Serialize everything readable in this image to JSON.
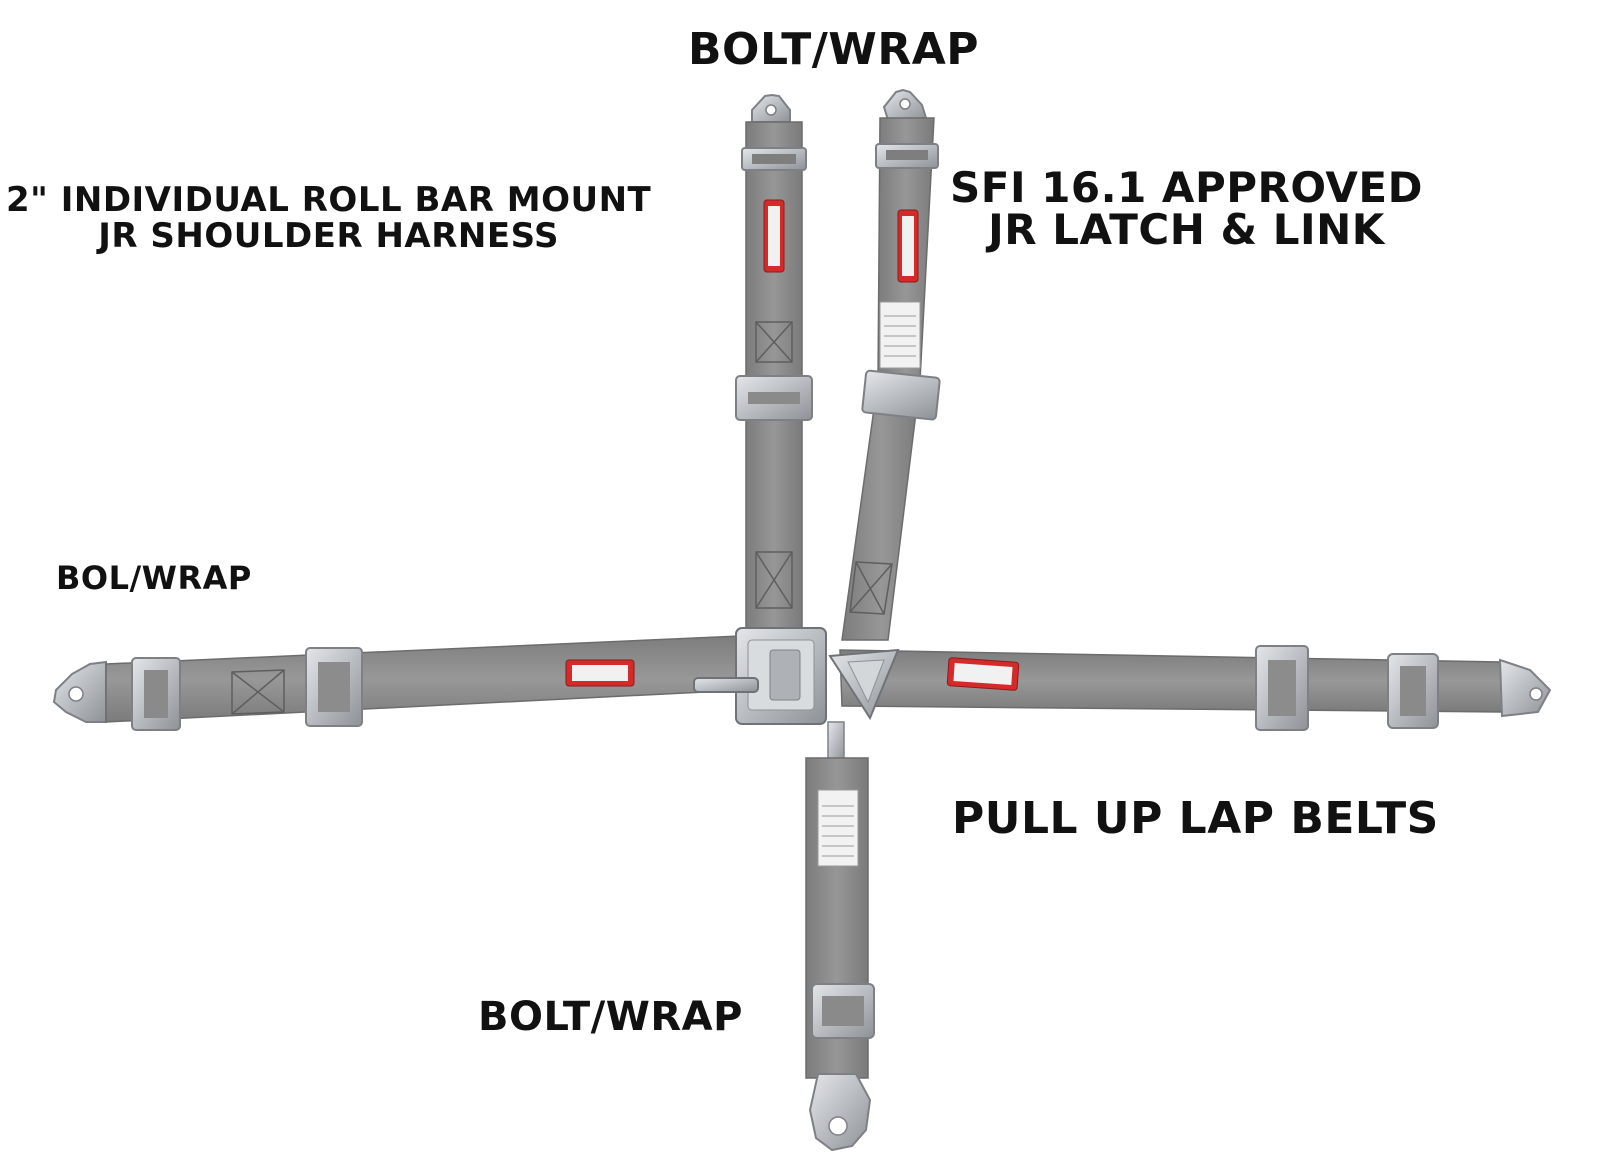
{
  "labels": {
    "top": "BOLT/WRAP",
    "roll_bar_line1": "2\" INDIVIDUAL ROLL BAR MOUNT",
    "roll_bar_line2": "JR SHOULDER HARNESS",
    "sfi_line1": "SFI 16.1 APPROVED",
    "sfi_line2": "JR LATCH & LINK",
    "left": "BOL/WRAP",
    "lap": "PULL UP LAP BELTS",
    "bottom": "BOLT/WRAP"
  },
  "colors": {
    "webbing": "#8e8e8e",
    "webbing_dark": "#6f6f6f",
    "metal": "#c9ccd0",
    "metal_dark": "#8d9196",
    "badge_red": "#d42a2a",
    "text": "#111111",
    "background": "#ffffff"
  }
}
